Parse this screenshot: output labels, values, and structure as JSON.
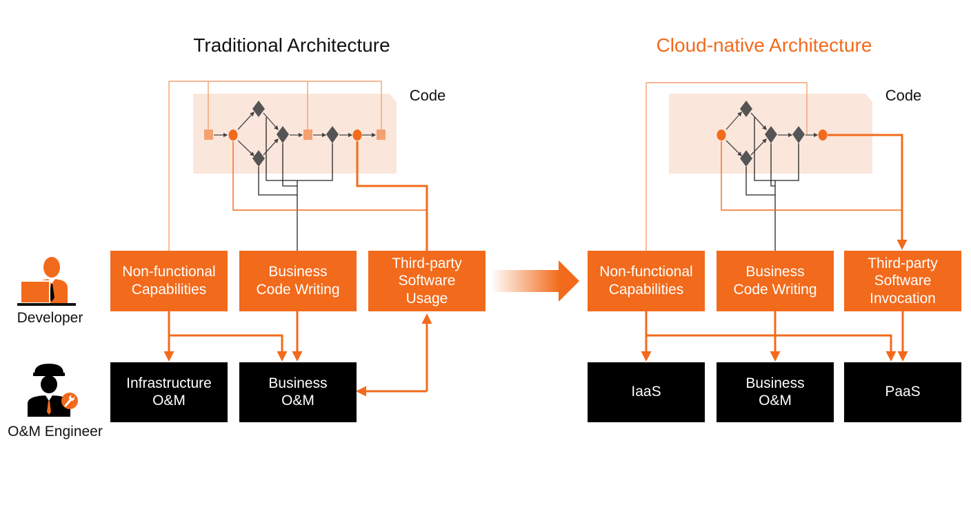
{
  "colors": {
    "accent": "#f26a1b",
    "accent_light": "#f4a070",
    "code_region": "#fbe6dc",
    "dark": "#000000",
    "diamond": "#555555",
    "line": "#222222"
  },
  "icons": {
    "developer": "developer-icon",
    "om_engineer": "om-engineer-icon",
    "transition": "gradient-arrow-icon"
  },
  "roles": {
    "developer": "Developer",
    "om_engineer": "O&M Engineer"
  },
  "traditional": {
    "title": "Traditional Architecture",
    "code_label": "Code",
    "dev_boxes": [
      {
        "l1": "Non-functional",
        "l2": "Capabilities"
      },
      {
        "l1": "Business",
        "l2": "Code Writing"
      },
      {
        "l1": "Third-party",
        "l2": "Software",
        "l3": "Usage"
      }
    ],
    "om_boxes": [
      {
        "l1": "Infrastructure",
        "l2": "O&M"
      },
      {
        "l1": "Business",
        "l2": "O&M"
      }
    ]
  },
  "cloud_native": {
    "title": "Cloud-native Architecture",
    "code_label": "Code",
    "dev_boxes": [
      {
        "l1": "Non-functional",
        "l2": "Capabilities"
      },
      {
        "l1": "Business",
        "l2": "Code Writing"
      },
      {
        "l1": "Third-party",
        "l2": "Software",
        "l3": "Invocation"
      }
    ],
    "om_boxes": [
      {
        "l1": "IaaS"
      },
      {
        "l1": "Business",
        "l2": "O&M"
      },
      {
        "l1": "PaaS"
      }
    ]
  }
}
